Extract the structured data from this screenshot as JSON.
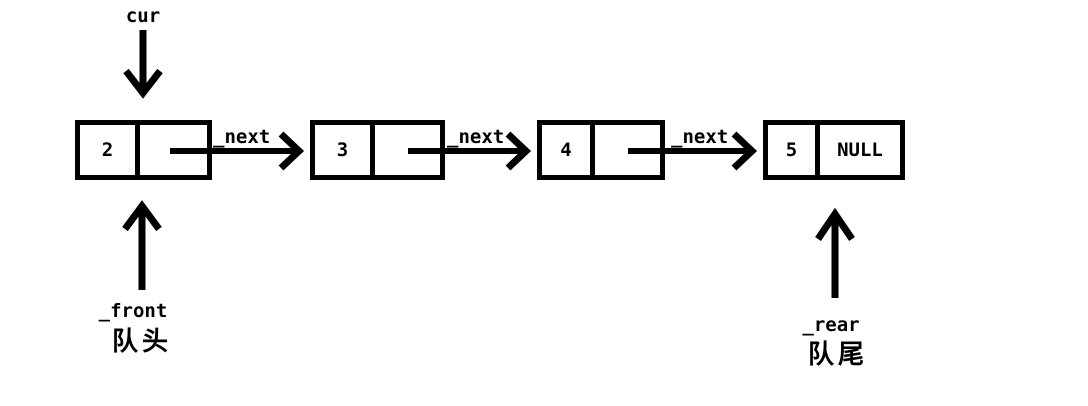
{
  "colors": {
    "ink": "#000000",
    "background": "#ffffff"
  },
  "diagram": {
    "type": "singly-linked-list-queue",
    "cur_label": "cur",
    "next_label": "_next",
    "front_pointer": "_front",
    "front_caption": "队头",
    "rear_pointer": "_rear",
    "rear_caption": "队尾",
    "nodes": [
      {
        "value": "2",
        "next": ""
      },
      {
        "value": "3",
        "next": ""
      },
      {
        "value": "4",
        "next": ""
      },
      {
        "value": "5",
        "next": "NULL"
      }
    ]
  }
}
